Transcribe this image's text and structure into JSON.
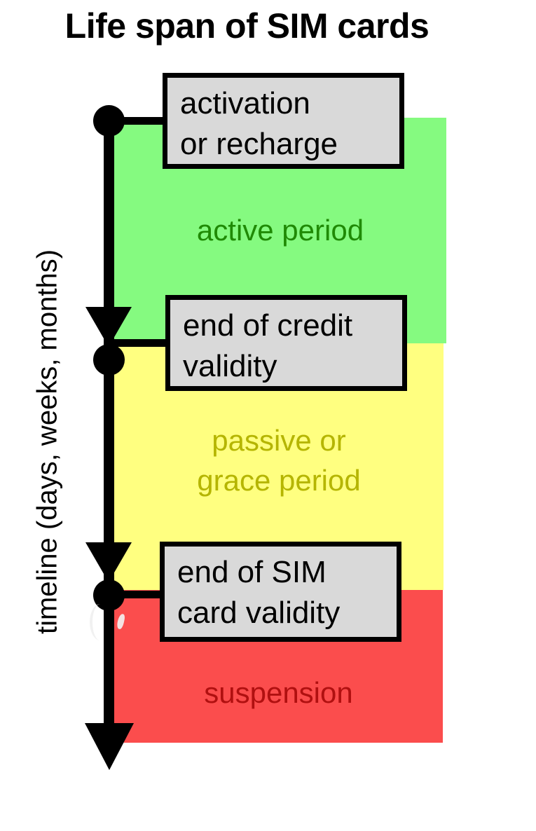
{
  "title": "Life span of SIM cards",
  "axis": {
    "label": "timeline (days, weeks, months)"
  },
  "phases": [
    {
      "id": "active",
      "label": "active period",
      "color": "#85fa80",
      "text_color": "#1f8a05"
    },
    {
      "id": "passive",
      "label": "passive or\ngrace period",
      "color": "#ffff80",
      "text_color": "#b5b500"
    },
    {
      "id": "suspension",
      "label": "suspension",
      "color": "#fb4d4d",
      "text_color": "#b01010"
    }
  ],
  "events": [
    {
      "id": "activation",
      "label": "activation\nor recharge"
    },
    {
      "id": "end-of-credit",
      "label": "end of credit\nvalidity"
    },
    {
      "id": "end-of-sim",
      "label": "end of SIM\ncard validity"
    }
  ],
  "colors": {
    "background": "#ffffff",
    "line": "#000000",
    "callout_fill": "#d9d9d9",
    "callout_border": "#000000"
  }
}
